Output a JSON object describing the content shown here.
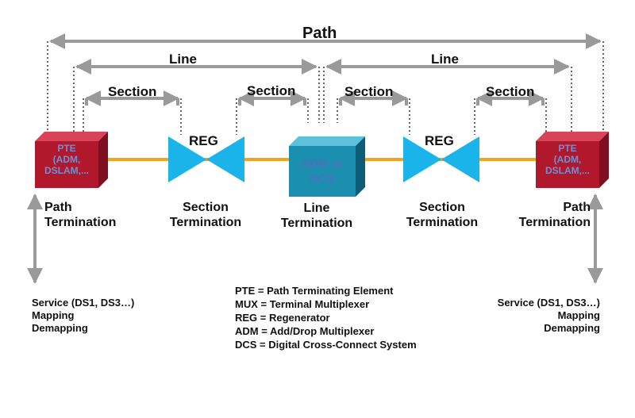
{
  "spans": {
    "path": "Path",
    "line_left": "Line",
    "line_right": "Line",
    "section_1": "Section",
    "section_2": "Section",
    "section_3": "Section",
    "section_4": "Section"
  },
  "nodes": {
    "pte_left": {
      "line1": "PTE",
      "line2": "(ADM,",
      "line3": "DSLAM,..."
    },
    "reg_left": "REG",
    "adm_dcs": {
      "line1": "ADM or",
      "line2": "DCS"
    },
    "reg_right": "REG",
    "pte_right": {
      "line1": "PTE",
      "line2": "(ADM,",
      "line3": "DSLAM,..."
    }
  },
  "terminations": {
    "path_left": {
      "line1": "Path",
      "line2": "Termination"
    },
    "section_left": {
      "line1": "Section",
      "line2": "Termination"
    },
    "line_mid": {
      "line1": "Line",
      "line2": "Termination"
    },
    "section_right": {
      "line1": "Section",
      "line2": "Termination"
    },
    "path_right": {
      "line1": "Path",
      "line2": "Termination"
    }
  },
  "service_left": {
    "line1": "Service (DS1, DS3…)",
    "line2": "Mapping",
    "line3": "Demapping"
  },
  "service_right": {
    "line1": "Service (DS1, DS3…)",
    "line2": "Mapping",
    "line3": "Demapping"
  },
  "legend": [
    "PTE = Path Terminating Element",
    "MUX = Terminal Multiplexer",
    "REG = Regenerator",
    "ADM = Add/Drop Multiplexer",
    "DCS = Digital Cross-Connect System"
  ],
  "colors": {
    "fiber": "#f7a21b",
    "pte_front": "#b2182b",
    "pte_top": "#d9435a",
    "pte_side": "#7d0f1f",
    "adm_front": "#1a8fb0",
    "adm_top": "#5fc0dc",
    "adm_side": "#0e5d78",
    "regenerator": "#1ab3ea",
    "arrow": "#9a9a9a"
  }
}
